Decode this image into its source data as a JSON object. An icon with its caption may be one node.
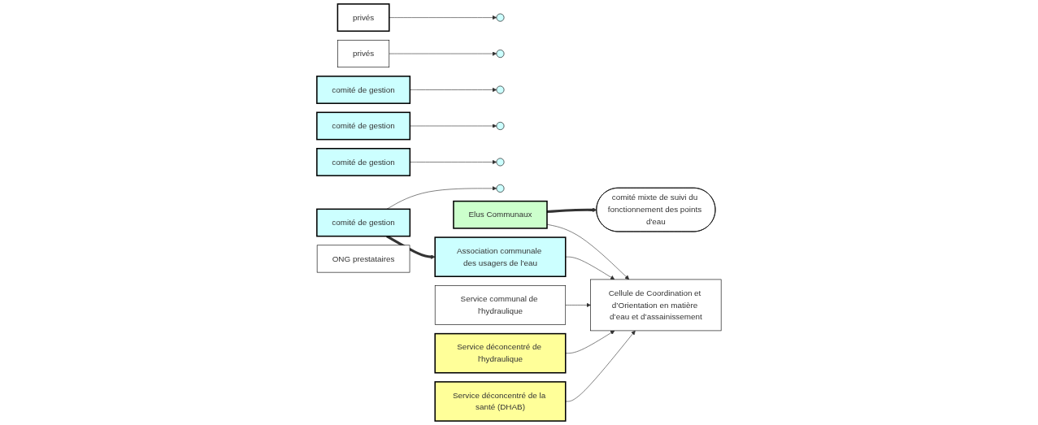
{
  "diagram": {
    "nodes": [
      {
        "text": [
          "privés"
        ]
      },
      {
        "text": [
          "privés"
        ]
      },
      {
        "text": [],
        "shape": "ring"
      },
      {
        "text": [],
        "shape": "ring"
      },
      {
        "text": [],
        "shape": "ring"
      },
      {
        "text": [],
        "shape": "ring"
      },
      {
        "text": [],
        "shape": "ring"
      },
      {
        "text": [],
        "shape": "ring"
      },
      {
        "text": [
          "comité de gestion"
        ]
      },
      {
        "text": [
          "comité de gestion"
        ]
      },
      {
        "text": [
          "comité de gestion"
        ]
      },
      {
        "text": [
          "comité de gestion"
        ]
      },
      {
        "text": [
          "comité mixte de suivi du fonctionnement des points d'eau"
        ]
      },
      {
        "text": [
          "Association communale des usagers de l'eau"
        ]
      },
      {
        "text": [
          "Service communal de l'hydraulique"
        ]
      },
      {
        "text": [
          "Elus Communaux"
        ]
      },
      {
        "text": [
          "Service déconcentré de l'hydraulique"
        ]
      },
      {
        "text": [
          "ONG prestataires"
        ]
      },
      {
        "text": [
          "Service déconcentré de la santé (DHAB)"
        ]
      },
      {
        "text": [
          "Cellule de Coordination et d’Orientation en matière d’eau et d’assainissement"
        ]
      }
    ],
    "edges": [
      {
        "from": 0,
        "to": 2,
        "arrow": "to"
      },
      {
        "from": 1,
        "to": 3,
        "arrow": "to"
      },
      {
        "from": 8,
        "to": 4,
        "arrow": "to"
      },
      {
        "from": 9,
        "to": 5,
        "arrow": "to"
      },
      {
        "from": 10,
        "to": 6,
        "arrow": "to"
      },
      {
        "from": 11,
        "to": 7,
        "arrow": "to"
      },
      {
        "from": 11,
        "to": 13,
        "arrow": "to",
        "style": "thick"
      },
      {
        "from": 15,
        "to": 12,
        "arrow": "to",
        "style": "thick"
      },
      {
        "from": 13,
        "to": 19,
        "arrow": "to"
      },
      {
        "from": 14,
        "to": 19,
        "arrow": "to"
      },
      {
        "from": 15,
        "to": 19,
        "arrow": "to"
      },
      {
        "from": 16,
        "to": 19,
        "arrow": "to"
      },
      {
        "from": 18,
        "to": 19,
        "arrow": "to"
      }
    ]
  }
}
